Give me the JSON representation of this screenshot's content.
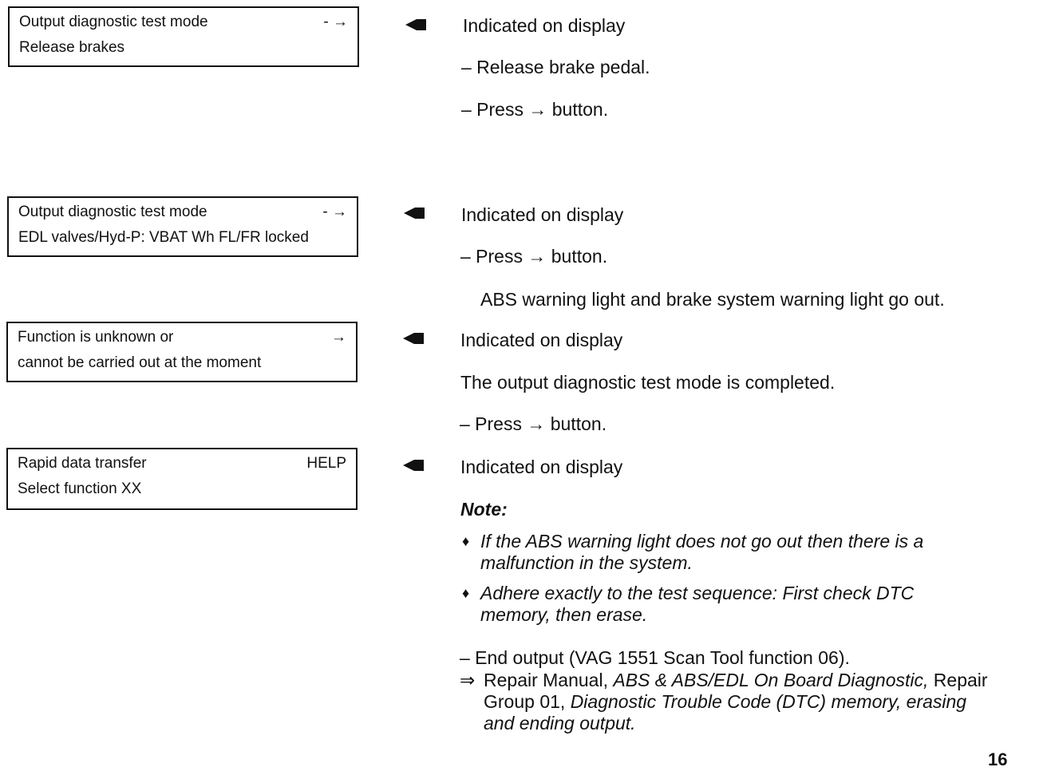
{
  "displays": [
    {
      "line1": "Output diagnostic test mode",
      "line1_right": "- →",
      "line2": "Release brakes"
    },
    {
      "line1": "Output diagnostic test mode",
      "line1_right": "- →",
      "line2": "EDL valves/Hyd-P: VBAT Wh FL/FR locked"
    },
    {
      "line1": "Function is unknown or",
      "line1_right": "→",
      "line2": "cannot be carried out at the moment"
    },
    {
      "line1": "Rapid data transfer",
      "line1_right": "HELP",
      "line2": "Select function XX"
    }
  ],
  "text": {
    "indicated": "Indicated on display",
    "release_pedal": "– Release brake pedal.",
    "press_button": "– Press → button.",
    "abs_out": "ABS warning light and brake system warning light go out.",
    "completed": "The output diagnostic test mode is completed.",
    "note_label": "Note:",
    "note1a": "If the ABS warning light does not go out then there is a",
    "note1b": "malfunction in the system.",
    "note2a": "Adhere exactly to the test sequence:  First check DTC",
    "note2b": "memory, then erase.",
    "end_output": "– End output (VAG 1551 Scan Tool function 06).",
    "ref_arrow": "⇒",
    "ref_pre": "Repair Manual, ",
    "ref_it1": "ABS & ABS/EDL On Board Diagnostic,",
    "ref_post": " Repair",
    "ref_l2a": "Group 01, ",
    "ref_l2b": "Diagnostic Trouble Code (DTC) memory, erasing",
    "ref_l3": "and ending output.",
    "bullet": "♦"
  },
  "page_number": "16"
}
